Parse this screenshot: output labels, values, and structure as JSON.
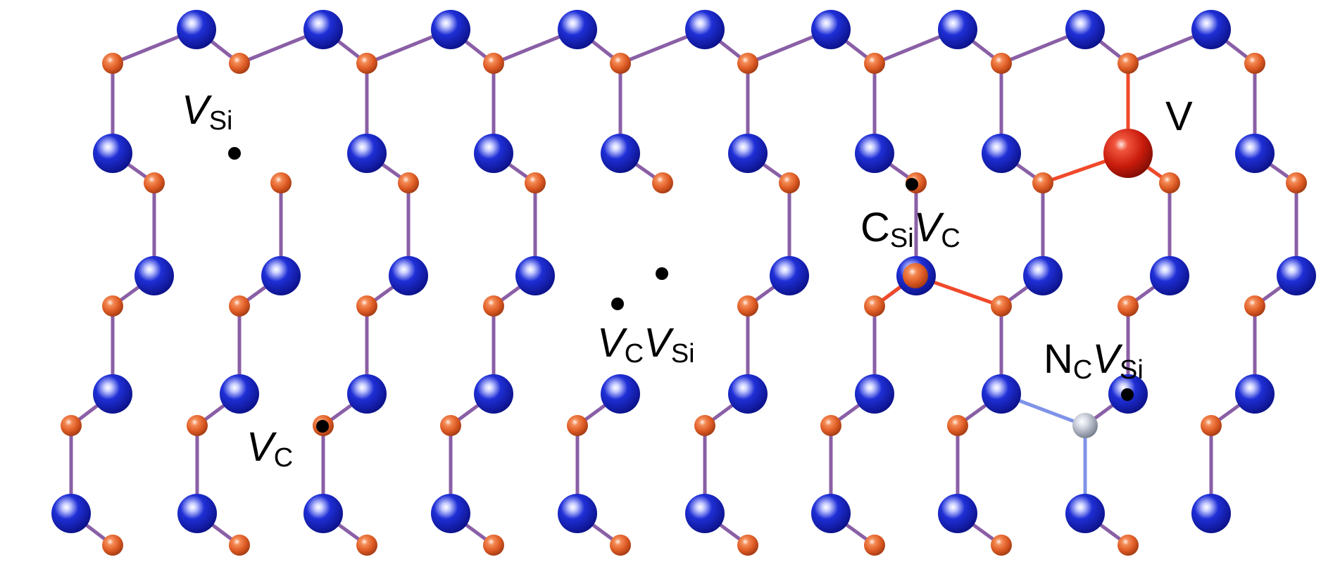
{
  "colors": {
    "si_atom": "#1f2fd6",
    "c_atom": "#e2622a",
    "v_atom": "#cc1a0c",
    "n_atom": "#9ea6b6",
    "lattice_bond": "#8a5fa6",
    "defect_bond_red": "#f0492a",
    "defect_bond_blue": "#7f93e8",
    "defect_site": "#000000"
  },
  "labels": {
    "vsi": {
      "main": "V",
      "sub": "Si"
    },
    "vc": {
      "main": "V",
      "sub": "C"
    },
    "vcvsi": {
      "main1": "V",
      "sub1": "C",
      "main2": "V",
      "sub2": "Si"
    },
    "csivc": {
      "main1": "C",
      "sub1": "Si",
      "main2": "V",
      "sub2": "C"
    },
    "ncvsi": {
      "main1": "N",
      "sub1": "C",
      "main2": "V",
      "sub2": "Si"
    },
    "v": {
      "main": "V"
    }
  }
}
